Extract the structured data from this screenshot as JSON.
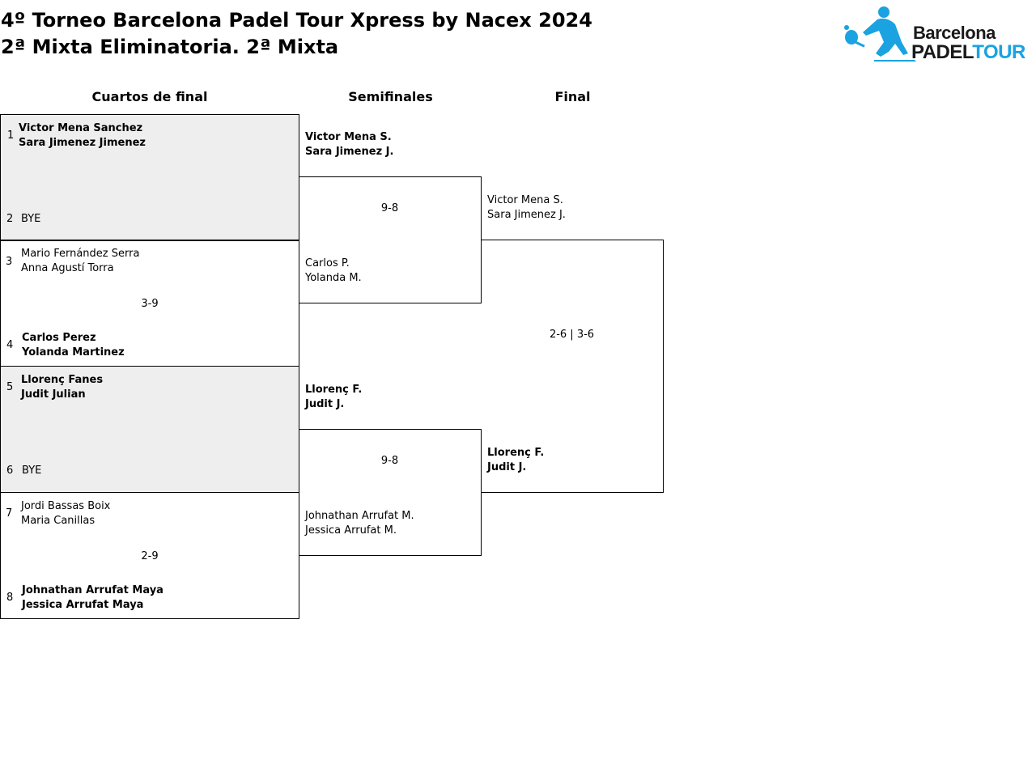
{
  "header": {
    "title_line1": "4º Torneo Barcelona Padel Tour Xpress by Nacex 2024",
    "title_line2": "2ª Mixta Eliminatoria. 2ª Mixta"
  },
  "logo": {
    "icon": "padel-player-icon",
    "line1": "Barcelona",
    "line2a": "PADEL",
    "line2b": "TOUR",
    "color_dark": "#1a1a1a",
    "color_accent": "#1aa3e0"
  },
  "rounds": {
    "quarterfinals": "Cuartos de final",
    "semifinals": "Semifinales",
    "final": "Final"
  },
  "quarterfinals": [
    {
      "top": {
        "seed": "1",
        "p1": "Victor Mena Sanchez",
        "p2": "Sara Jimenez Jimenez"
      },
      "bottom": {
        "seed": "2",
        "p1": "BYE",
        "p2": ""
      },
      "score": ""
    },
    {
      "top": {
        "seed": "3",
        "p1": "Mario Fernández Serra",
        "p2": "Anna Agustí Torra"
      },
      "bottom": {
        "seed": "4",
        "p1": "Carlos Perez",
        "p2": "Yolanda Martinez"
      },
      "score": "3-9"
    },
    {
      "top": {
        "seed": "5",
        "p1": "Llorenç Fanes",
        "p2": "Judit Julian"
      },
      "bottom": {
        "seed": "6",
        "p1": "BYE",
        "p2": ""
      },
      "score": ""
    },
    {
      "top": {
        "seed": "7",
        "p1": "Jordi Bassas Boix",
        "p2": "Maria Canillas"
      },
      "bottom": {
        "seed": "8",
        "p1": "Johnathan Arrufat Maya",
        "p2": "Jessica Arrufat Maya"
      },
      "score": "2-9"
    }
  ],
  "semifinals": [
    {
      "top": {
        "p1": "Victor Mena S.",
        "p2": "Sara Jimenez J."
      },
      "bottom": {
        "p1": "Carlos P.",
        "p2": "Yolanda M."
      },
      "score": "9-8"
    },
    {
      "top": {
        "p1": "Llorenç F.",
        "p2": "Judit J."
      },
      "bottom": {
        "p1": "Johnathan Arrufat M.",
        "p2": "Jessica Arrufat M."
      },
      "score": "9-8"
    }
  ],
  "final": {
    "top": {
      "p1": "Victor Mena S.",
      "p2": "Sara Jimenez J."
    },
    "bottom": {
      "p1": "Llorenç F.",
      "p2": "Judit J."
    },
    "score": "2-6 | 3-6"
  }
}
